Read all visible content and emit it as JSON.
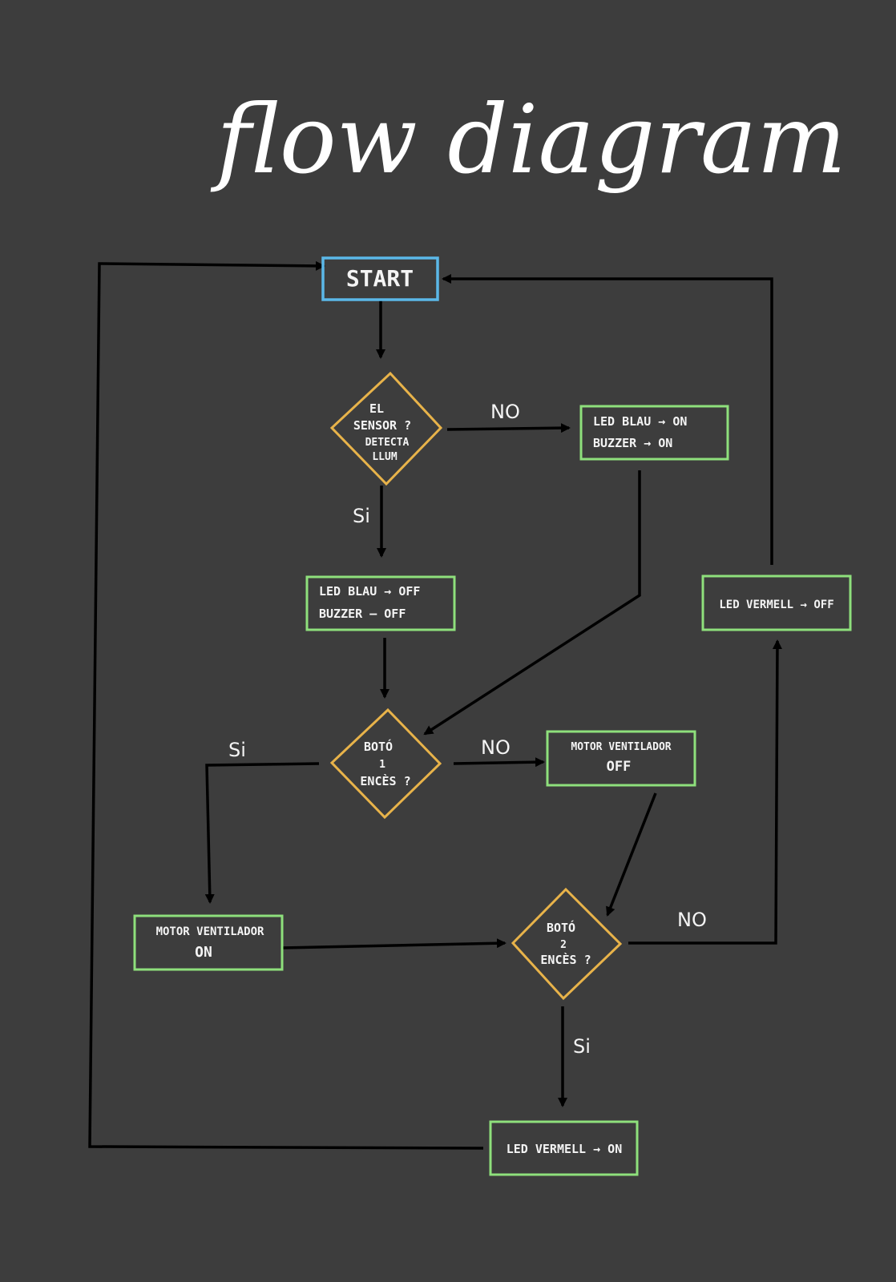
{
  "title": "flow diagram",
  "colors": {
    "background": "#3d3d3d",
    "terminal_border": "#5bb8e8",
    "process_border": "#8ee07c",
    "decision_border": "#e8b34a",
    "arrow": "#000000",
    "text": "#f4f4f4"
  },
  "nodes": {
    "start": {
      "label": "START"
    },
    "sensor": {
      "lines": [
        "EL",
        "SENSOR ?",
        "DETECTA",
        "LLUM"
      ]
    },
    "led_blau_on": {
      "lines": [
        "LED BLAU → ON",
        "BUZZER → ON"
      ]
    },
    "led_blau_off": {
      "lines": [
        "LED BLAU → OFF",
        "BUZZER — OFF"
      ]
    },
    "boto1": {
      "lines": [
        "BOTÓ",
        "1",
        "ENCÈS ?"
      ]
    },
    "motor_off": {
      "lines": [
        "MOTOR VENTILADOR",
        "OFF"
      ]
    },
    "led_vermell_off": {
      "lines": [
        "LED VERMELL → OFF"
      ]
    },
    "motor_on": {
      "lines": [
        "MOTOR VENTILADOR",
        "ON"
      ]
    },
    "boto2": {
      "lines": [
        "BOTÓ",
        "2",
        "ENCÈS ?"
      ]
    },
    "led_vermell_on": {
      "lines": [
        "LED VERMELL → ON"
      ]
    }
  },
  "edge_labels": {
    "sensor_no": "NO",
    "sensor_si": "Si",
    "boto1_si": "Si",
    "boto1_no": "NO",
    "boto2_no": "NO",
    "boto2_si": "Si"
  }
}
